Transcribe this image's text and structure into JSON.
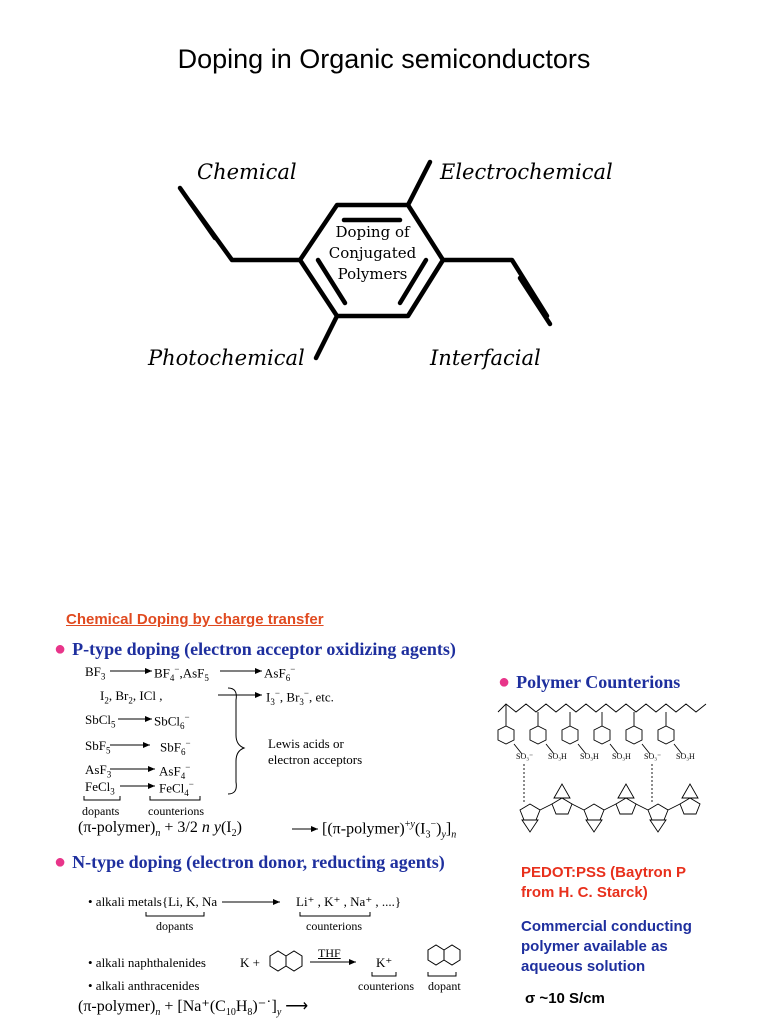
{
  "page": {
    "title": "Doping in Organic semiconductors"
  },
  "diagram": {
    "center_lines": [
      "Doping of",
      "Conjugated",
      "Polymers"
    ],
    "labels": {
      "chemical": "Chemical",
      "electrochemical": "Electrochemical",
      "photochemical": "Photochemical",
      "interfacial": "Interfacial"
    }
  },
  "section": {
    "title": "Chemical Doping by charge transfer",
    "ptype": {
      "heading": "P-type doping (electron acceptor oxidizing agents)",
      "rows": {
        "bf3": "BF",
        "bf4": "BF",
        "asf5": ",AsF",
        "asf6": "AsF",
        "halogens": "I",
        "halogens_rest": ", Br",
        "icl": ", ICl ,",
        "triiodide": "I",
        "tribromide": ", Br",
        "etc": ", etc.",
        "sbcl5": "SbCl",
        "sbcl6": "SbCl",
        "sbf5": "SbF",
        "sbf6": "SbF",
        "asf3": "AsF",
        "asf4": "AsF",
        "fecl3": "FeCl",
        "fecl4": "FeCl"
      },
      "lewis_note": [
        "Lewis acids or",
        "electron acceptors"
      ],
      "dopants_label": "dopants",
      "counterions_label": "counterions",
      "equation_left": "(π-polymer)",
      "equation_mid": " + 3/2",
      "equation_n": "n",
      "equation_y": " y",
      "equation_i2": "(I",
      "equation_right": "[(π-polymer)",
      "equation_tail": "(I",
      "equation_end": ")"
    },
    "ntype": {
      "heading": "N-type doping (electron donor, reducting agents)",
      "alkali_metals": "• alkali metals{Li, K, Na",
      "alkali_ions": "Li⁺ , K⁺ , Na⁺ , ....}",
      "dopants_label": "dopants",
      "counterions_label": "counterions",
      "naphthalenides": "• alkali naphthalenides",
      "anthracenides": "• alkali anthracenides",
      "k_plus": "K +",
      "thf": "THF",
      "k_ion": "K⁺",
      "counterions2": "counterions",
      "dopant2": "dopant",
      "equation": "(π-polymer)",
      "equation_b": " + [Na⁺(C",
      "equation_c": "H",
      "equation_d": ")⁻˙]",
      "equation_arrow": "⟶"
    },
    "polymer": {
      "heading": "Polymer Counterions",
      "so3_minus": "SO₃⁻",
      "so3h": "SO₃H",
      "red_note": [
        "PEDOT:PSS (Baytron P",
        "from H. C. Starck)"
      ],
      "blue_note": [
        "Commercial conducting",
        "polymer available as",
        "aqueous solution"
      ],
      "sigma": "σ ~10 S/cm"
    }
  }
}
